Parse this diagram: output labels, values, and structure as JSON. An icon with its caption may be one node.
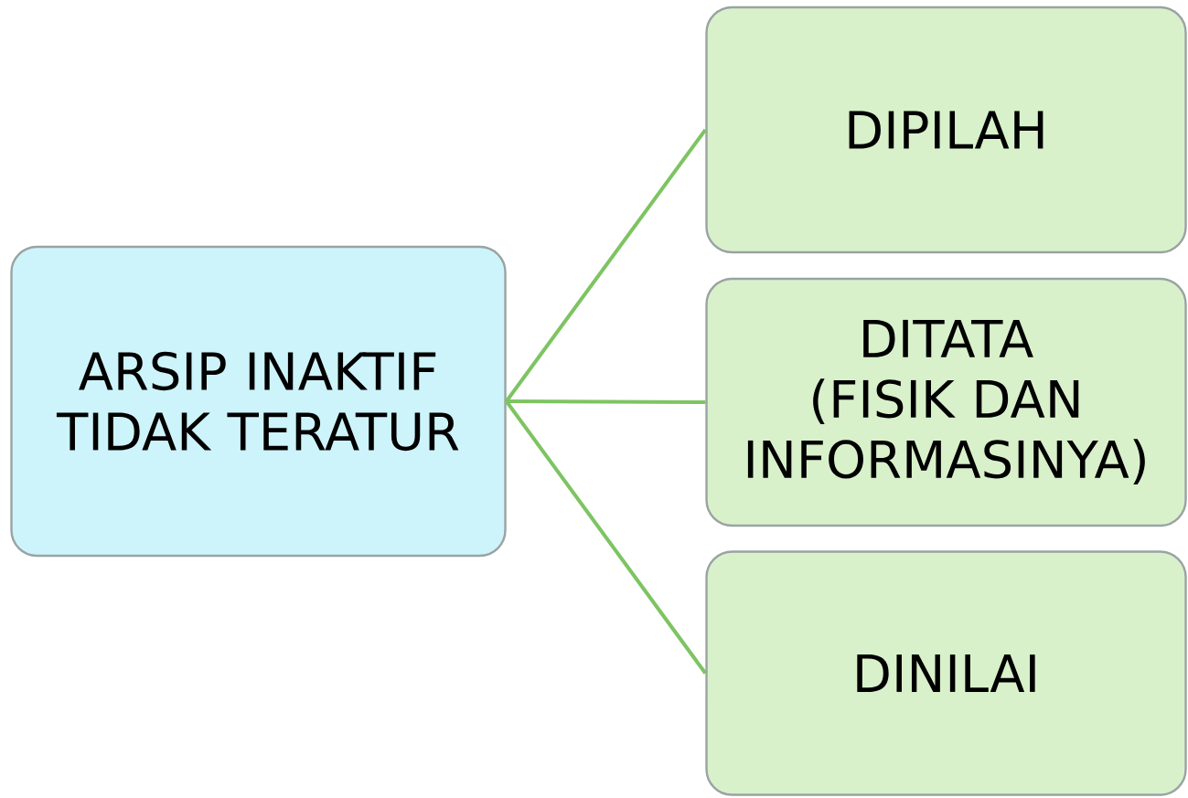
{
  "diagram": {
    "nodes": [
      {
        "text": [
          "ARSIP INAKTIF TIDAK TERATUR"
        ]
      },
      {
        "text": [
          "DIPILAH"
        ]
      },
      {
        "text": [
          "DITATA (FISIK DAN INFORMASINYA)"
        ]
      },
      {
        "text": [
          "DINILAI"
        ]
      }
    ],
    "edges": [
      {
        "from": 0,
        "to": 1,
        "arrow": "none"
      },
      {
        "from": 0,
        "to": 2,
        "arrow": "none"
      },
      {
        "from": 0,
        "to": 3,
        "arrow": "none"
      }
    ]
  }
}
